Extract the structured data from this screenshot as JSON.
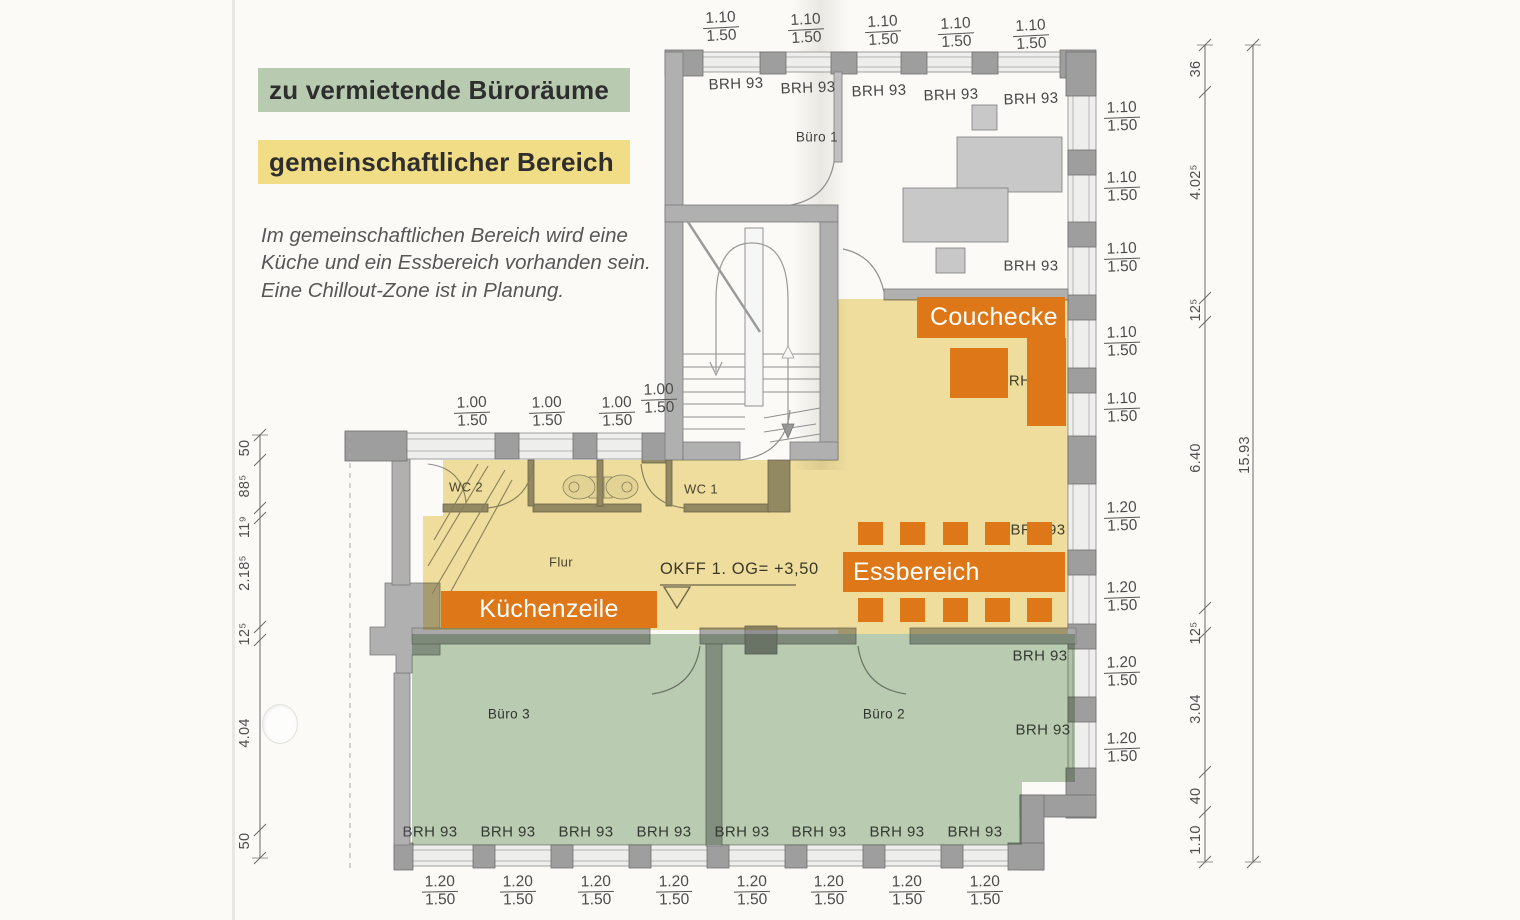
{
  "legend": {
    "office_label": "zu vermietende Büroräume",
    "common_label": "gemeinschaftlicher Bereich",
    "note_line1": "Im gemeinschaftlichen Bereich wird eine",
    "note_line2": "Küche und ein Essbereich vorhanden sein.",
    "note_line3": "Eine Chillout-Zone ist in Planung.",
    "office_color": "#b8cbb0",
    "common_color": "#f0dd85"
  },
  "areas": {
    "couch_label": "Couchecke",
    "dining_label": "Essbereich",
    "kitchen_label": "Küchenzeile",
    "accent_color": "#dd7717",
    "common_floor_color": "#f2e2a2",
    "office_floor_color": "#bccfb6"
  },
  "rooms": {
    "buero1": "Büro 1",
    "buero2": "Büro 2",
    "buero3": "Büro 3",
    "wc1": "WC 1",
    "wc2": "WC 2",
    "flur": "Flur",
    "level_note": "OKFF 1. OG= +3,50",
    "sill_label": "BRH 93"
  },
  "dims": {
    "win_110": {
      "num": "1.10",
      "den": "1.50"
    },
    "win_120": {
      "num": "1.20",
      "den": "1.50"
    },
    "win_100": {
      "num": "1.00",
      "den": "1.50"
    },
    "left_chain": [
      "50",
      "88⁵",
      "11⁹",
      "2.18⁵",
      "12⁵",
      "4.04",
      "50"
    ],
    "right_chain": [
      "36",
      "4.02⁵",
      "12⁵",
      "6.40",
      "12⁵",
      "3.04",
      "40",
      "1.10"
    ],
    "right_total": "15.93"
  }
}
